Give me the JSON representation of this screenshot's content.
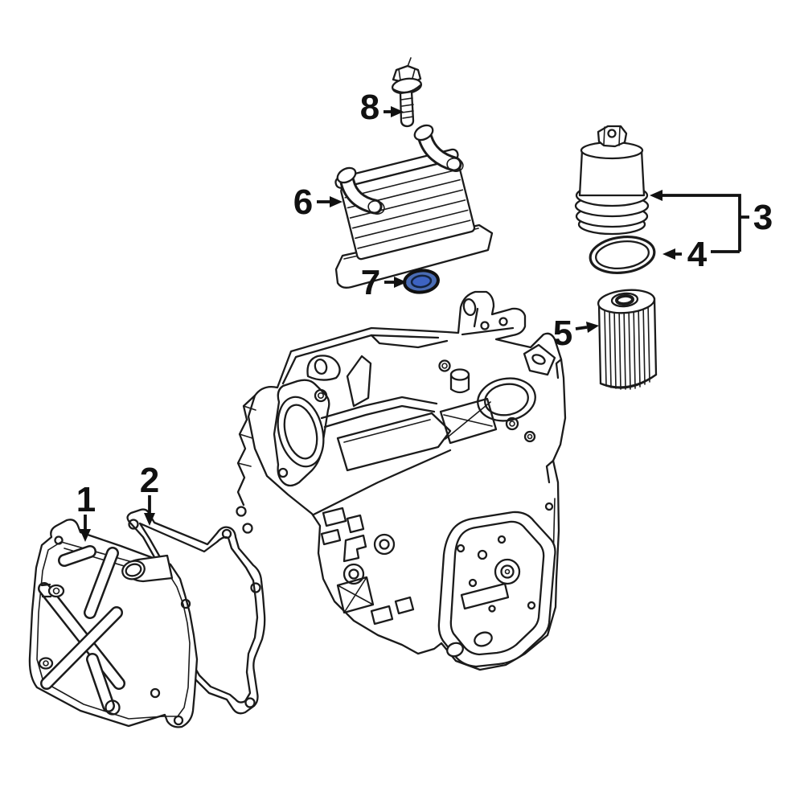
{
  "diagram": {
    "type": "exploded-parts-diagram",
    "background": "#ffffff",
    "line_color": "#1b1b1b",
    "highlight": {
      "outer_fill": "#4a6cb4",
      "inner_fill": "#3d63c2",
      "ring_stroke": "#13233f",
      "outline": "#101010"
    },
    "callouts": [
      {
        "number": "1",
        "part": "oil-pan"
      },
      {
        "number": "2",
        "part": "oil-pan-gasket"
      },
      {
        "number": "3",
        "part": "filter-housing-cap"
      },
      {
        "number": "4",
        "part": "cap-o-ring-seal"
      },
      {
        "number": "5",
        "part": "oil-filter-element"
      },
      {
        "number": "6",
        "part": "oil-cooler"
      },
      {
        "number": "7",
        "part": "oil-cooler-seal",
        "highlighted": true
      },
      {
        "number": "8",
        "part": "mounting-bolt"
      }
    ]
  }
}
